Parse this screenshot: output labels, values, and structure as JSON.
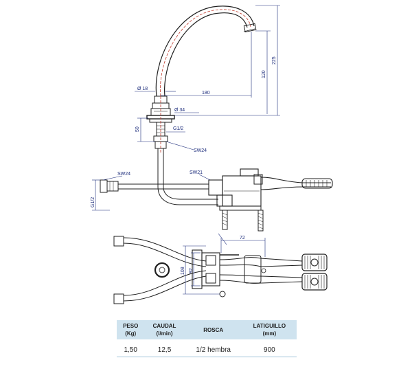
{
  "diagram": {
    "dimensions": {
      "d18": "Ø 18",
      "d180": "180",
      "d120": "120",
      "d225": "225",
      "d34": "Ø 34",
      "d50": "50",
      "g12": "G1/2",
      "sw24_body": "SW24",
      "sw24_hose": "SW24",
      "sw21": "SW21",
      "g12_hose": "G1/2",
      "d72": "72",
      "d108": "108",
      "d92": "92"
    }
  },
  "table": {
    "headers": [
      {
        "line1": "PESO",
        "line2": "(Kg)"
      },
      {
        "line1": "CAUDAL",
        "line2": "(l/min)"
      },
      {
        "line1": "ROSCA",
        "line2": ""
      },
      {
        "line1": "LATIGUILLO",
        "line2": "(mm)"
      }
    ],
    "row": [
      "1,50",
      "12,5",
      "1/2 hembra",
      "900"
    ]
  }
}
